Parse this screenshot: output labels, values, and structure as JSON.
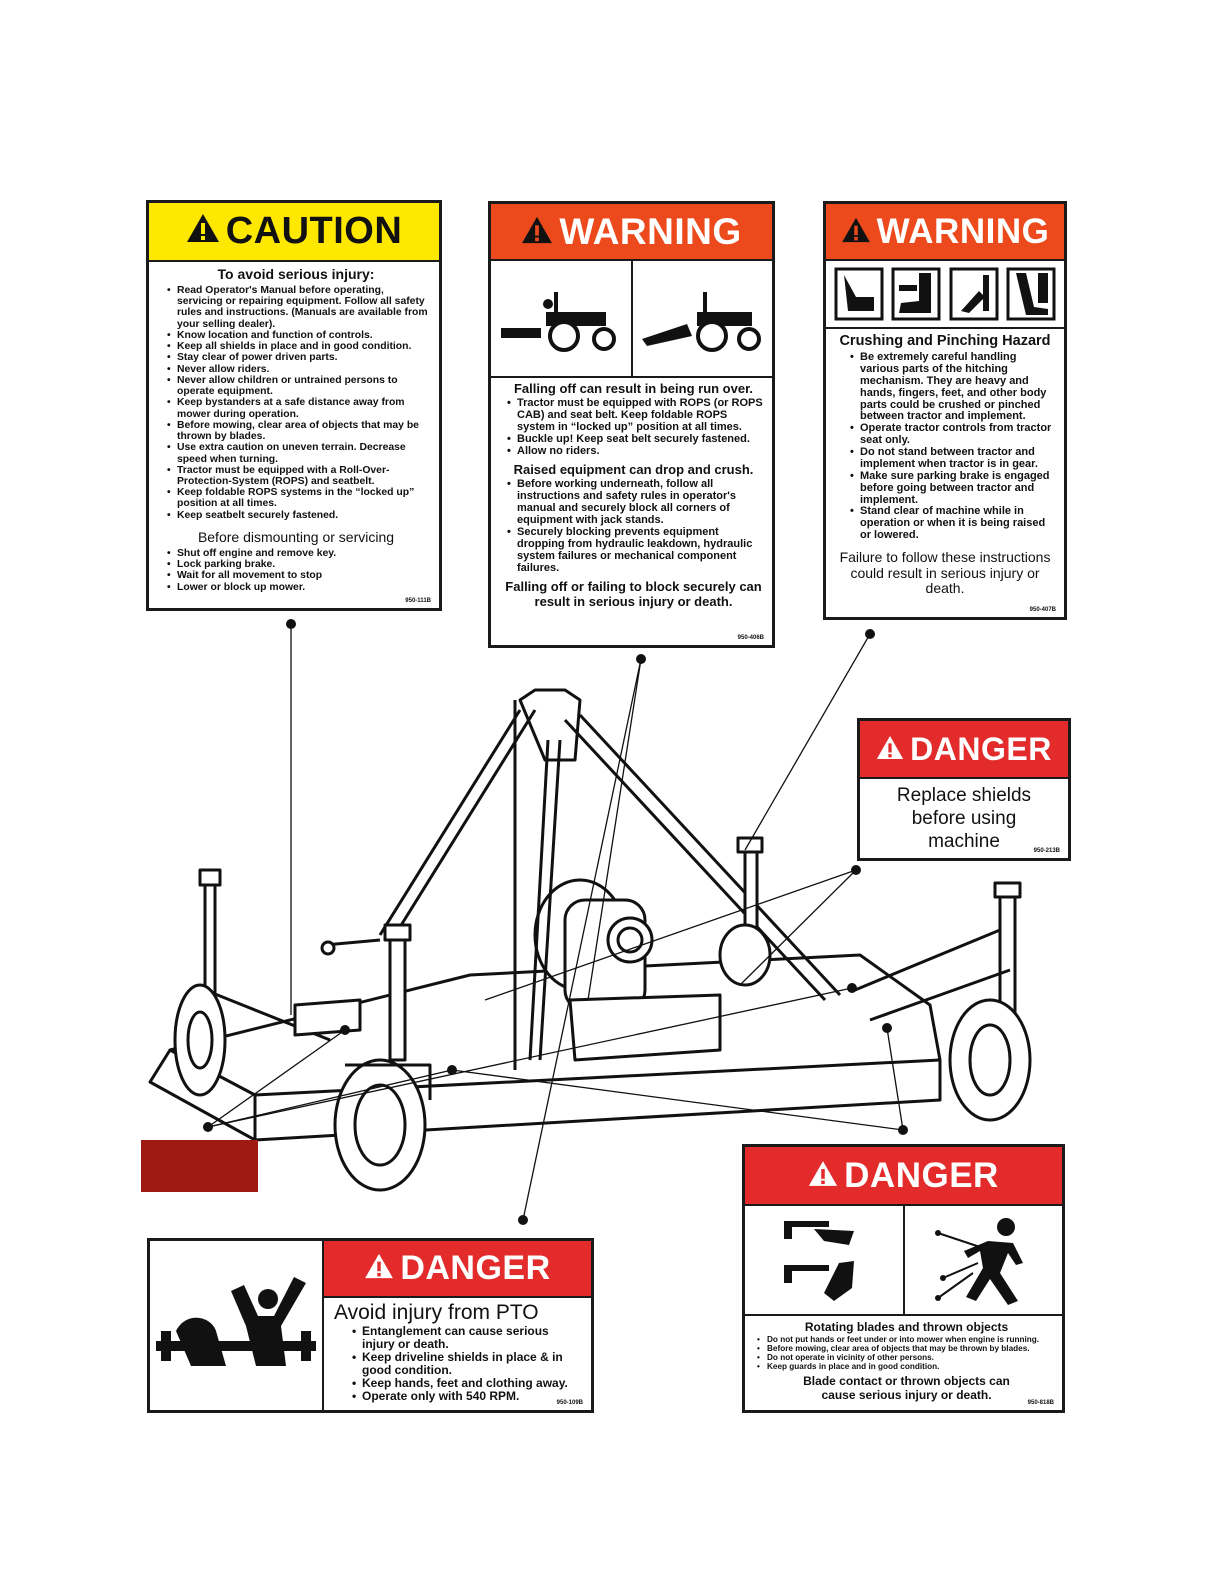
{
  "caution_decal": {
    "header": "CAUTION",
    "subtitle": "To avoid serious injury:",
    "bullets": [
      "Read Operator's Manual before operating, servicing or repairing equipment. Follow all safety rules and instructions. (Manuals are available from your selling dealer).",
      "Know location and function of controls.",
      "Keep all shields in place and in good condition.",
      "Stay clear of power driven parts.",
      "Never allow riders.",
      "Never allow children or untrained persons to operate equipment.",
      "Keep bystanders at a safe distance away from mower during operation.",
      "Before mowing, clear area of objects that may be thrown by blades.",
      "Use extra caution on uneven terrain.  Decrease speed when turning.",
      "Tractor must be equipped with a Roll-Over-Protection-System (ROPS) and seatbelt.",
      "Keep foldable ROPS systems in the “locked up” position at all times.",
      "Keep seatbelt securely fastened."
    ],
    "section2_title": "Before dismounting or servicing",
    "section2_bullets": [
      "Shut off engine and remove key.",
      "Lock parking brake.",
      "Wait for all movement to stop",
      "Lower or block up mower."
    ],
    "code": "950-111B"
  },
  "warning_runover_decal": {
    "header": "WARNING",
    "title1": "Falling off can result in being run over.",
    "bullets1": [
      "Tractor must be equipped with ROPS (or ROPS CAB) and seat belt. Keep foldable ROPS system in “locked up” position at all times.",
      "Buckle up! Keep seat belt securely fastened.",
      "Allow no riders."
    ],
    "title2": "Raised equipment can drop and crush.",
    "bullets2": [
      "Before working underneath, follow all instructions and safety rules in operator's manual and securely block all corners of equipment with jack stands.",
      "Securely blocking prevents equipment dropping from hydraulic leakdown, hydraulic system failures or mechanical component failures."
    ],
    "footer": "Falling off or failing to block securely can result in serious injury or death.",
    "code": "950-406B"
  },
  "warning_crush_decal": {
    "header": "WARNING",
    "title": "Crushing and Pinching Hazard",
    "bullets": [
      "Be extremely careful handling various parts of the hitching mechanism. They are heavy and hands, fingers, feet, and other body parts could be crushed or pinched between tractor and implement.",
      "Operate tractor controls from tractor seat only.",
      "Do not stand between tractor and implement when tractor is in gear.",
      "Make sure parking brake is engaged before going between tractor and implement.",
      "Stand clear of machine while in operation or when it is being raised or lowered."
    ],
    "footer": "Failure to follow these instructions could result in serious injury or death.",
    "code": "950-407B"
  },
  "danger_shields_decal": {
    "header": "DANGER",
    "text": "Replace shields before using machine",
    "code": "950-213B"
  },
  "danger_pto_decal": {
    "header": "DANGER",
    "title": "Avoid injury from PTO",
    "bullets": [
      "Entanglement can cause serious injury or death.",
      "Keep driveline shields in place & in good condition.",
      "Keep hands, feet and clothing away.",
      "Operate only with 540 RPM."
    ],
    "code": "950-109B"
  },
  "danger_blades_decal": {
    "header": "DANGER",
    "title": "Rotating blades and thrown objects",
    "bullets": [
      "Do not put hands or feet under or into mower when engine is running.",
      "Before mowing, clear area of objects that may be thrown by blades.",
      "Do not operate in vicinity of other persons.",
      "Keep guards in place and in good condition."
    ],
    "footer": "Blade contact or thrown objects can cause serious injury or death.",
    "code": "950-818B"
  },
  "colors": {
    "caution_yellow": "#ffe800",
    "warning_orange": "#ec4a1c",
    "danger_red": "#e32b2b",
    "redbox": "#a01a14"
  }
}
